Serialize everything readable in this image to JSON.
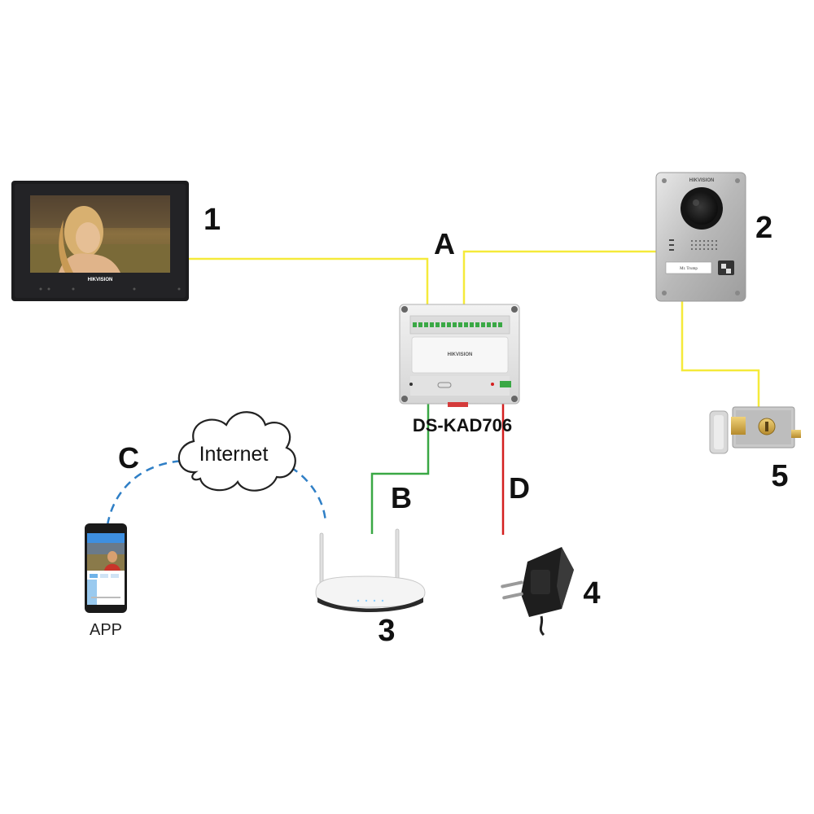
{
  "devices": {
    "monitor": {
      "number": "1",
      "brand": "HIKVISION"
    },
    "door_station": {
      "number": "2",
      "brand": "HIKVISION",
      "name_tag": "Mr. Trump"
    },
    "distributor": {
      "model": "DS-KAD706",
      "brand": "HIKVISION"
    },
    "router": {
      "number": "3"
    },
    "power_adapter": {
      "number": "4"
    },
    "lock": {
      "number": "5"
    },
    "phone": {
      "label": "APP"
    },
    "cloud": {
      "label": "Internet"
    }
  },
  "connections": {
    "A": {
      "label": "A",
      "color": "#f5ea3a"
    },
    "B": {
      "label": "B",
      "color": "#3aa845"
    },
    "C": {
      "label": "C",
      "color": "#2f7fc6"
    },
    "D": {
      "label": "D",
      "color": "#d41f1f"
    },
    "lock_wire": {
      "color": "#f5ea3a"
    }
  }
}
